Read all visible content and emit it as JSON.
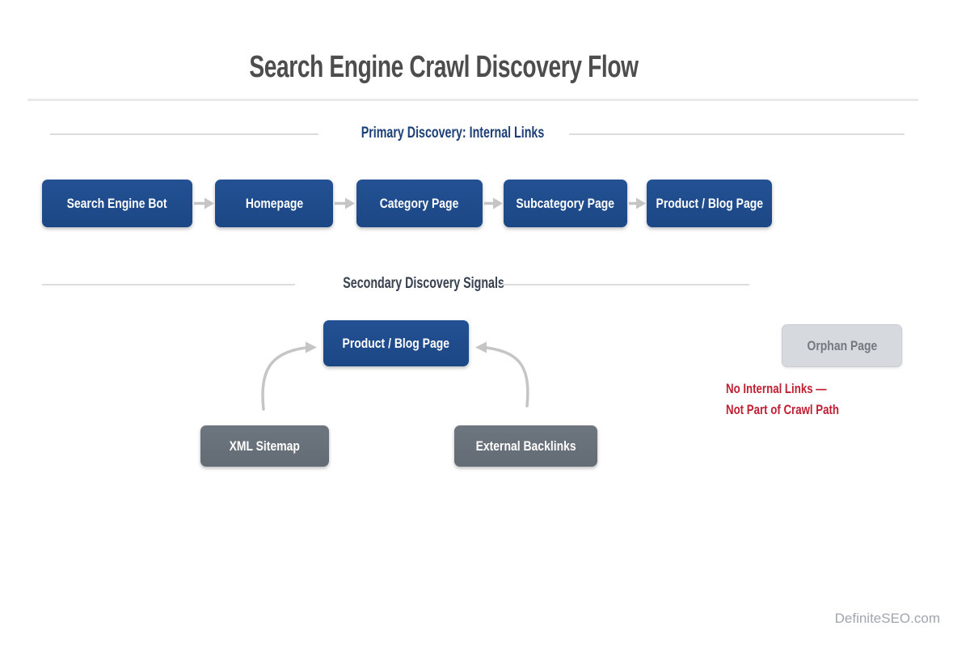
{
  "page": {
    "title": "Search Engine Crawl Discovery Flow",
    "watermark": "DefiniteSEO.com"
  },
  "colors": {
    "node_blue": "#1e4d8c",
    "node_gray": "#666e78",
    "orphan_bg": "#d6d9de",
    "orphan_text": "#74797f",
    "primary_heading": "#1c3f77",
    "secondary_heading": "#37404e",
    "warning_red": "#c01f33",
    "arrow_gray": "#c5c5c5",
    "divider_gray": "#dcdcde",
    "title_gray": "#4d4d4d"
  },
  "primary_section": {
    "heading": "Primary Discovery: Internal Links",
    "nodes": [
      "Search Engine Bot",
      "Homepage",
      "Category Page",
      "Subcategory Page",
      "Product / Blog Page"
    ]
  },
  "secondary_section": {
    "heading": "Secondary Discovery Signals",
    "target_node": "Product / Blog Page",
    "signal_nodes": [
      "XML Sitemap",
      "External Backlinks"
    ],
    "orphan_node": "Orphan Page",
    "orphan_note_line1": "No Internal Links —",
    "orphan_note_line2": "Not Part of Crawl Path"
  }
}
